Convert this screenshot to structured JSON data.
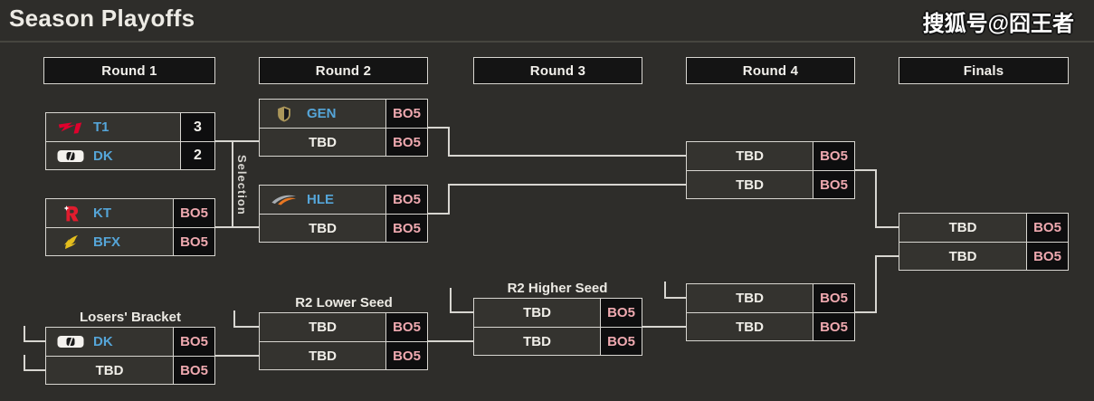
{
  "page": {
    "title": "Season Playoffs",
    "watermark": "搜狐号@囧王者"
  },
  "colors": {
    "background": "#2e2d2a",
    "row_background": "#34332f",
    "score_box_background": "#0e0e0f",
    "border_and_lines": "#d8d6d1",
    "team_name_blue": "#55a5d8",
    "tbd_white": "#f0eee8",
    "bo5_pink": "#efa9b0",
    "t1_red": "#e0012d",
    "dk_white": "#f4f2ee",
    "kt_red": "#e01c2e",
    "bfx_yellow": "#e3bd1d",
    "gen_gold": "#ab965a",
    "hle_orange": "#e87722"
  },
  "round_headers": [
    "Round 1",
    "Round 2",
    "Round 3",
    "Round 4",
    "Finals"
  ],
  "labels": {
    "selection": "Selection",
    "losers_bracket": "Losers' Bracket",
    "r2_lower_seed": "R2 Lower Seed",
    "r2_higher_seed": "R2 Higher Seed"
  },
  "matches": {
    "r1_upper": {
      "rows": [
        {
          "team": "T1",
          "score": "3"
        },
        {
          "team": "DK",
          "score": "2"
        }
      ]
    },
    "r1_lower": {
      "rows": [
        {
          "team": "KT",
          "score": "BO5"
        },
        {
          "team": "BFX",
          "score": "BO5"
        }
      ]
    },
    "r2_upper": {
      "rows": [
        {
          "team": "GEN",
          "score": "BO5"
        },
        {
          "team": "TBD",
          "score": "BO5"
        }
      ]
    },
    "r2_lower": {
      "rows": [
        {
          "team": "HLE",
          "score": "BO5"
        },
        {
          "team": "TBD",
          "score": "BO5"
        }
      ]
    },
    "r4_upper": {
      "rows": [
        {
          "team": "TBD",
          "score": "BO5"
        },
        {
          "team": "TBD",
          "score": "BO5"
        }
      ]
    },
    "r4_lower": {
      "rows": [
        {
          "team": "TBD",
          "score": "BO5"
        },
        {
          "team": "TBD",
          "score": "BO5"
        }
      ]
    },
    "finals": {
      "rows": [
        {
          "team": "TBD",
          "score": "BO5"
        },
        {
          "team": "TBD",
          "score": "BO5"
        }
      ]
    },
    "lb_r1": {
      "rows": [
        {
          "team": "DK",
          "score": "BO5"
        },
        {
          "team": "TBD",
          "score": "BO5"
        }
      ]
    },
    "lb_r2": {
      "rows": [
        {
          "team": "TBD",
          "score": "BO5"
        },
        {
          "team": "TBD",
          "score": "BO5"
        }
      ]
    },
    "lb_r3": {
      "rows": [
        {
          "team": "TBD",
          "score": "BO5"
        },
        {
          "team": "TBD",
          "score": "BO5"
        }
      ]
    }
  }
}
